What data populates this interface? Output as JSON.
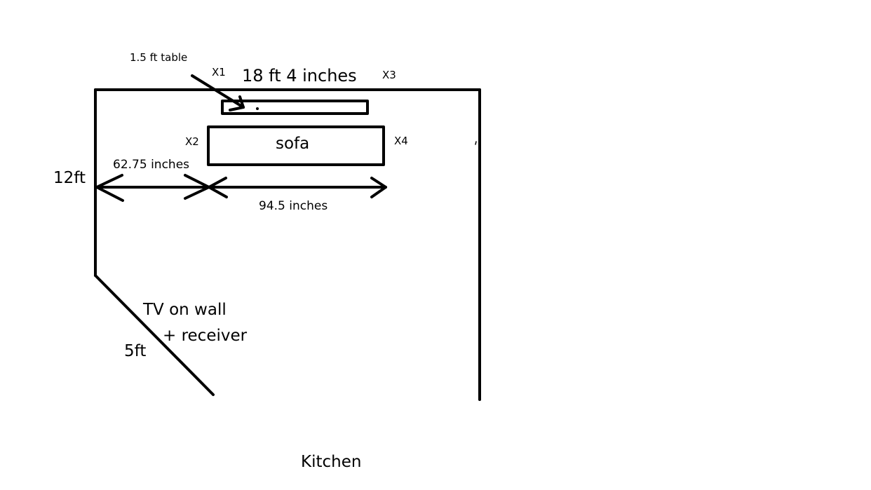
{
  "colors": {
    "ink": "#000000",
    "background": "#ffffff"
  },
  "labels": {
    "table": "1.5 ft table",
    "x1": "X1",
    "top_wall": "18 ft  4 inches",
    "x3": "X3",
    "x2": "X2",
    "sofa": "sofa",
    "x4": "X4",
    "left_wall": "12ft",
    "left_gap": "62.75 inches",
    "sofa_width": "94.5 inches",
    "tv_line1": "TV on wall",
    "tv_line2": "+  receiver",
    "diagonal_wall": "5ft",
    "kitchen": "Kitchen"
  }
}
